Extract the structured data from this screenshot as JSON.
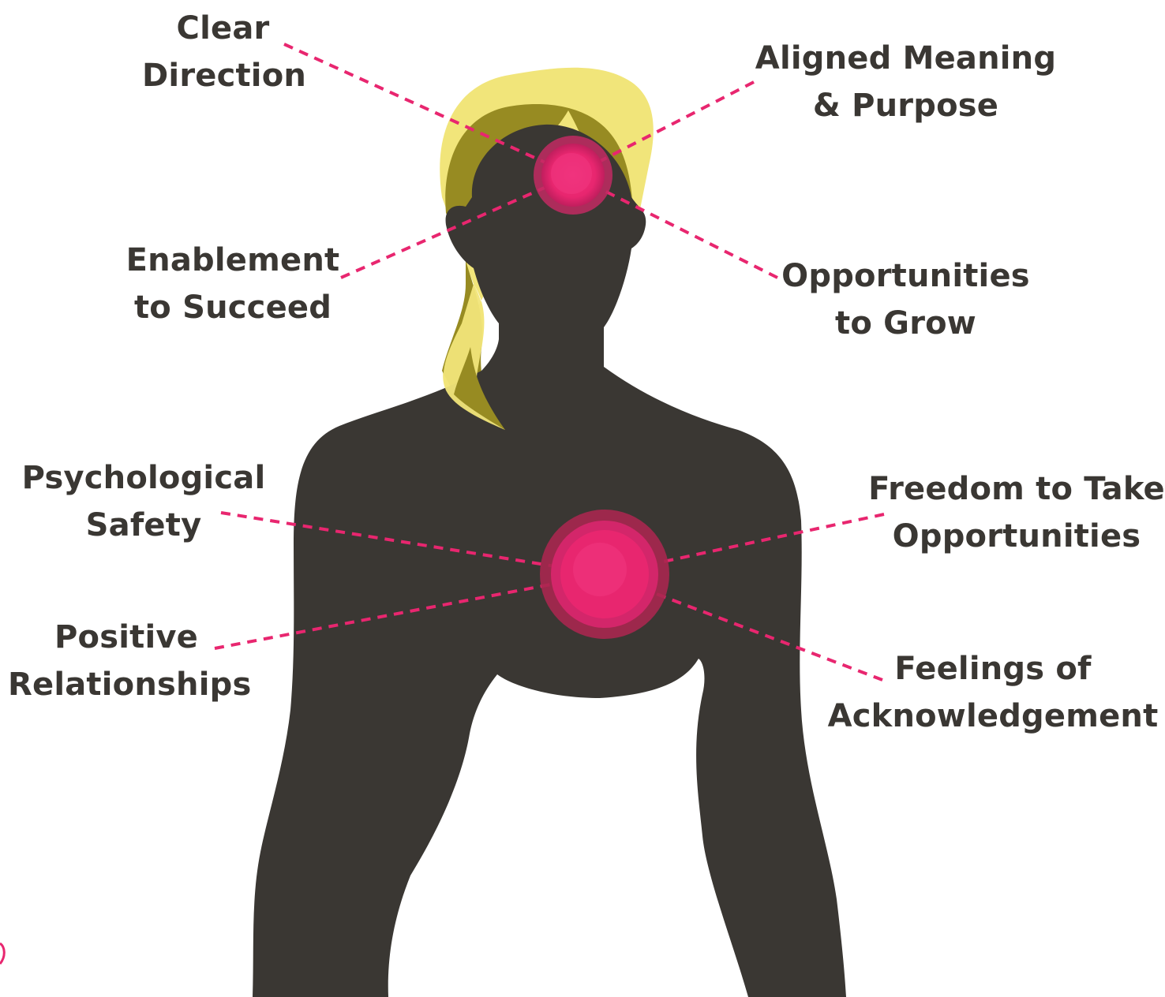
{
  "colors": {
    "silhouette": "#3a3733",
    "hair_light": "#f1e57a",
    "hair_dark": "#978b22",
    "glow": "#e8266f",
    "connector": "#e8266f",
    "text": "#3a3733"
  },
  "labels": {
    "clear_direction": [
      "Clear",
      "Direction"
    ],
    "aligned_meaning": [
      "Aligned Meaning",
      "& Purpose"
    ],
    "enablement": [
      "Enablement",
      "to Succeed"
    ],
    "opportunities_grow": [
      "Opportunities",
      "to Grow"
    ],
    "psychological_safety": [
      "Psychological",
      "Safety"
    ],
    "freedom": [
      "Freedom to Take",
      "Opportunities"
    ],
    "positive_relationships": [
      "Positive",
      "Relationships"
    ],
    "feelings": [
      "Feelings of",
      "Acknowledgement"
    ]
  },
  "focal_points": [
    {
      "name": "head",
      "connected": [
        "clear_direction",
        "aligned_meaning",
        "enablement",
        "opportunities_grow"
      ]
    },
    {
      "name": "heart",
      "connected": [
        "psychological_safety",
        "freedom",
        "positive_relationships",
        "feelings"
      ]
    }
  ]
}
